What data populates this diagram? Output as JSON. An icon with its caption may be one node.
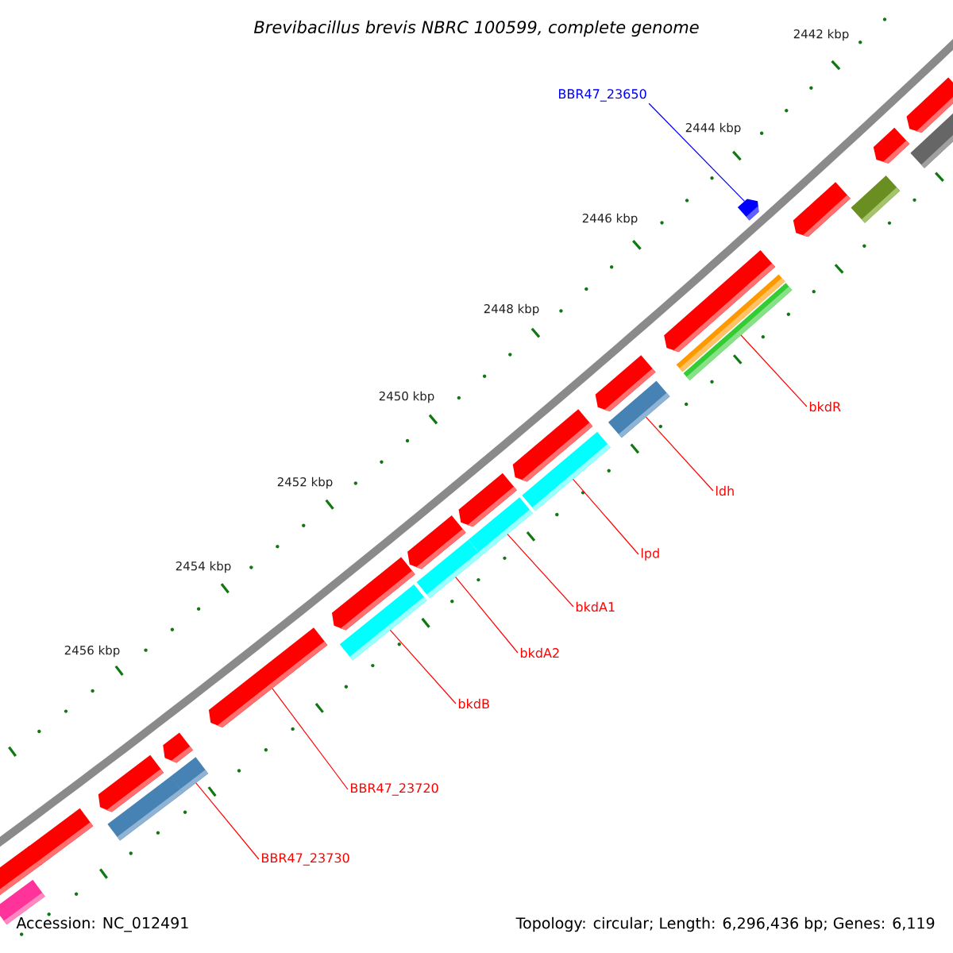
{
  "diagram": {
    "title": "Brevibacillus brevis NBRC 100599, complete genome",
    "nodes": [
      {
        "text": [
          "BBR47_23650"
        ]
      },
      {
        "text": [
          "bkdR"
        ]
      },
      {
        "text": [
          "ldh"
        ]
      },
      {
        "text": [
          "lpd"
        ]
      },
      {
        "text": [
          "bkdA1"
        ]
      },
      {
        "text": [
          "bkdA2"
        ]
      },
      {
        "text": [
          "bkdB"
        ]
      },
      {
        "text": [
          "BBR47_23720"
        ]
      },
      {
        "text": [
          "BBR47_23730"
        ]
      },
      {
        "text": [],
        "shape": "bar"
      },
      {
        "text": [],
        "shape": "bar"
      },
      {
        "text": [],
        "shape": "bar"
      },
      {
        "text": [],
        "shape": "bar"
      },
      {
        "text": [],
        "shape": "bar"
      },
      {
        "text": [],
        "shape": "bar"
      },
      {
        "text": [],
        "shape": "bar"
      },
      {
        "text": [],
        "shape": "bar"
      },
      {
        "text": [],
        "shape": "bar"
      }
    ],
    "edges": [
      {
        "from": 0,
        "to": 9,
        "arrow": "none",
        "color": "#0000ff"
      },
      {
        "from": 1,
        "to": 10,
        "arrow": "none"
      },
      {
        "from": 2,
        "to": 11,
        "arrow": "none"
      },
      {
        "from": 3,
        "to": 12,
        "arrow": "none"
      },
      {
        "from": 4,
        "to": 13,
        "arrow": "none"
      },
      {
        "from": 5,
        "to": 14,
        "arrow": "none"
      },
      {
        "from": 6,
        "to": 15,
        "arrow": "none"
      },
      {
        "from": 7,
        "to": 16,
        "arrow": "none"
      },
      {
        "from": 8,
        "to": 17,
        "arrow": "none"
      }
    ],
    "labels": [
      "2442 kbp",
      "2444 kbp",
      "2446 kbp",
      "2448 kbp",
      "2450 kbp",
      "2452 kbp",
      "2454 kbp",
      "2456 kbp",
      "Accession: NC_012491",
      "Topology: circular; Length: 6,296,436 bp; Genes: 6,119"
    ]
  }
}
